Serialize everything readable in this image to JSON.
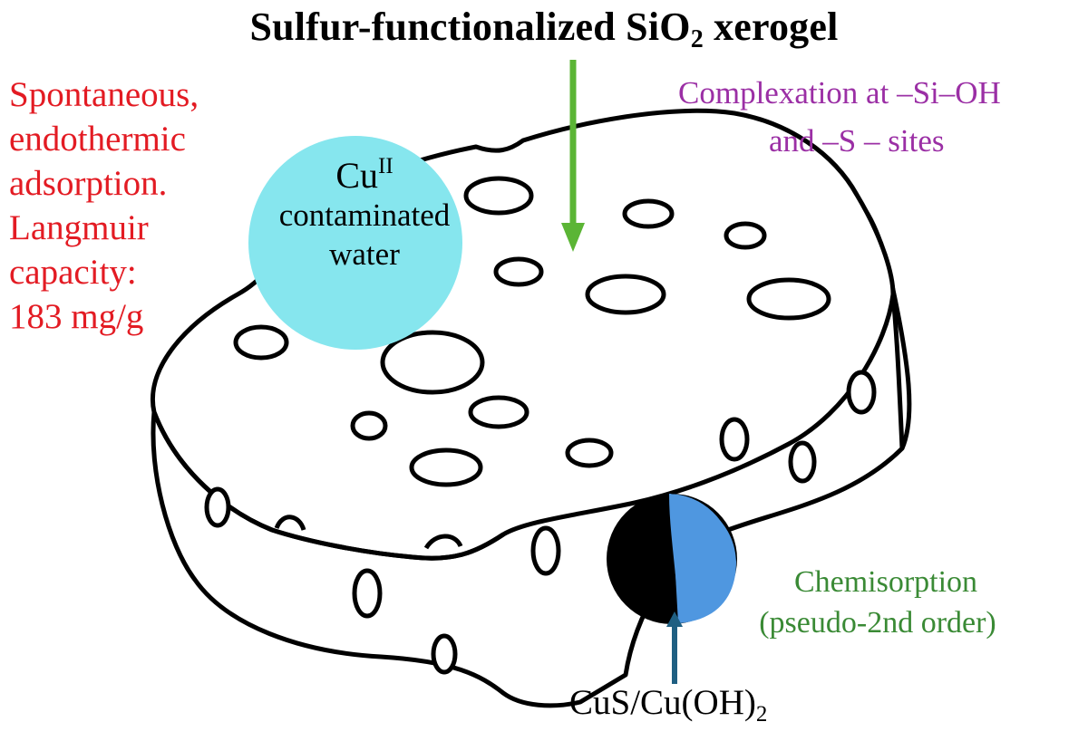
{
  "title": {
    "text": "Sulfur-functionalized SiO",
    "subscript": "2",
    "suffix": " xerogel"
  },
  "adsorption_note": {
    "lines": [
      "Spontaneous,",
      "endothermic",
      "adsorption.",
      "Langmuir",
      "capacity:",
      "183 mg/g"
    ],
    "color": "#e31b23"
  },
  "complexation_note": {
    "lines": [
      "Complexation at  –Si–OH",
      "and –S – sites"
    ],
    "color": "#9b2fa5"
  },
  "contaminated_water": {
    "ion": "Cu",
    "ion_superscript": "II",
    "lines": [
      "contaminated",
      "water"
    ],
    "fill_color": "#86e6ee"
  },
  "chemisorption_note": {
    "lines": [
      "Chemisorption",
      "(pseudo-2nd order)"
    ],
    "color": "#3a8a35"
  },
  "product": {
    "text": "CuS/Cu(OH)",
    "subscript": "2",
    "colors": {
      "sulfide": "#000000",
      "hydroxide": "#4f97e0"
    }
  },
  "arrows": {
    "inflow_color": "#5bb535",
    "product_pointer_color": "#1f5f82"
  },
  "xerogel": {
    "fill_color": "#ffffff",
    "outline_color": "#000000"
  }
}
